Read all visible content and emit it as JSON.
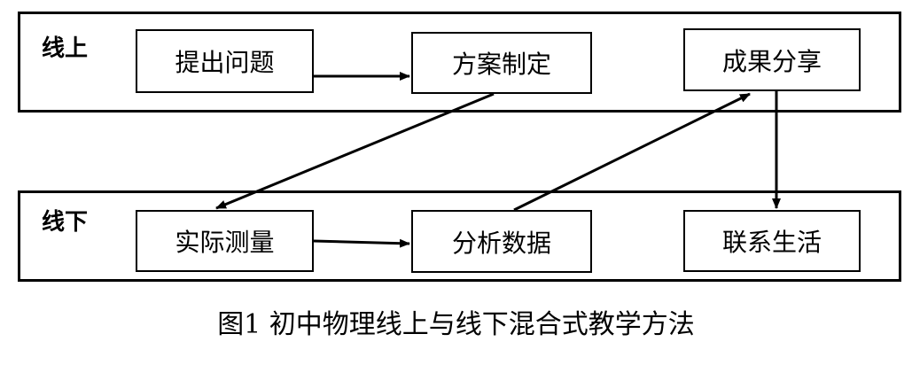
{
  "diagram": {
    "bands": {
      "online": {
        "label": "线上"
      },
      "offline": {
        "label": "线下"
      }
    },
    "nodes": {
      "n1": "提出问题",
      "n2": "方案制定",
      "n3": "成果分享",
      "n4": "实际测量",
      "n5": "分析数据",
      "n6": "联系生活"
    },
    "edges": [
      {
        "from": "提出问题",
        "to": "方案制定"
      },
      {
        "from": "方案制定",
        "to": "实际测量"
      },
      {
        "from": "实际测量",
        "to": "分析数据"
      },
      {
        "from": "分析数据",
        "to": "成果分享"
      },
      {
        "from": "成果分享",
        "to": "联系生活"
      }
    ],
    "caption": "图1  初中物理线上与线下混合式教学方法"
  }
}
